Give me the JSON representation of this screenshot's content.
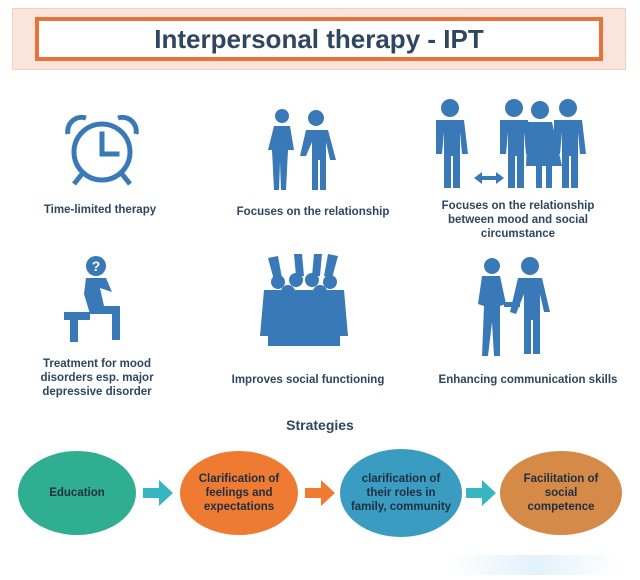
{
  "title": "Interpersonal therapy - IPT",
  "features": [
    {
      "icon": "alarm-clock-icon",
      "caption": "Time-limited therapy"
    },
    {
      "icon": "couple-talking-icon",
      "caption": "Focuses on the relationship"
    },
    {
      "icon": "person-and-group-icon",
      "caption": "Focuses on the relationship between mood and social circumstance"
    },
    {
      "icon": "thinking-person-icon",
      "caption": "Treatment for mood disorders esp. major depressive disorder"
    },
    {
      "icon": "cheering-group-icon",
      "caption": "Improves social functioning"
    },
    {
      "icon": "couple-walking-icon",
      "caption": "Enhancing communication skills"
    }
  ],
  "strategies_title": "Strategies",
  "strategies": [
    {
      "label": "Education",
      "color": "#2fae91"
    },
    {
      "label": "Clarification  of feelings and expectations",
      "color": "#ef7a32"
    },
    {
      "label": "clarification of their roles in family, community",
      "color": "#3a9cc1"
    },
    {
      "label": "Facilitation of social competence",
      "color": "#d58a48"
    }
  ],
  "colors": {
    "icon": "#3a79b8",
    "title_text": "#2e4660",
    "banner_border": "#e8733a",
    "banner_bg": "#fbe4db",
    "arrow": "#37b6c1"
  }
}
